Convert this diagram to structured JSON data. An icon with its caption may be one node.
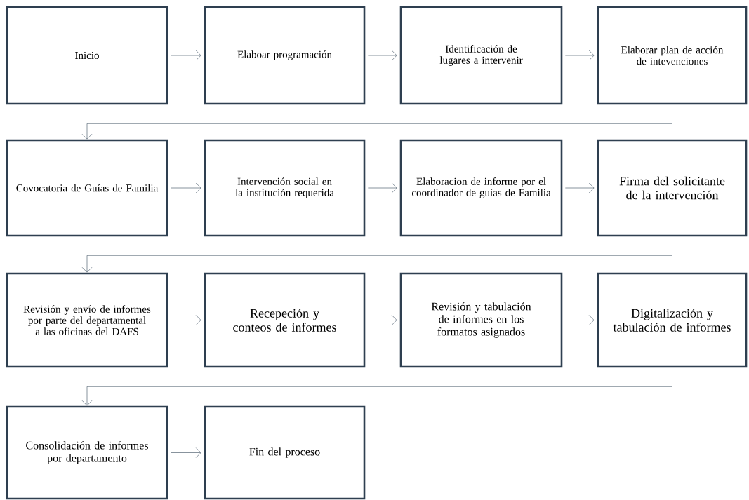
{
  "diagram": {
    "nodes": [
      {
        "text": [
          "Inicio"
        ]
      },
      {
        "text": [
          "Elaboar programación"
        ]
      },
      {
        "text": [
          "Identificación de lugares a intervenir"
        ]
      },
      {
        "text": [
          "Elaborar plan de acción de intevenciones"
        ]
      },
      {
        "text": [
          "Covocatoria de Guías de Familia"
        ]
      },
      {
        "text": [
          "Intervención social en la institución requerida"
        ]
      },
      {
        "text": [
          "Elaboracion de informe por el coordinador de guías de Familia"
        ]
      },
      {
        "text": [
          "Firma del solicitante de la intervención"
        ]
      },
      {
        "text": [
          "Revisión y envío de informes por parte del departamental a las oficinas del DAFS"
        ]
      },
      {
        "text": [
          "Recepeción y conteos de informes"
        ]
      },
      {
        "text": [
          "Revisión y tabulación de informes en los formatos asignados"
        ]
      },
      {
        "text": [
          "Digitalización y tabulación de informes"
        ]
      },
      {
        "text": [
          "Consolidación de informes por departamento"
        ]
      },
      {
        "text": [
          "Fin del proceso"
        ]
      }
    ],
    "edges": [
      {
        "from": 0,
        "to": 1,
        "arrow": "to"
      },
      {
        "from": 1,
        "to": 2,
        "arrow": "to"
      },
      {
        "from": 2,
        "to": 3,
        "arrow": "to"
      },
      {
        "from": 3,
        "to": 4,
        "arrow": "to"
      },
      {
        "from": 4,
        "to": 5,
        "arrow": "to"
      },
      {
        "from": 5,
        "to": 6,
        "arrow": "to"
      },
      {
        "from": 6,
        "to": 7,
        "arrow": "to"
      },
      {
        "from": 7,
        "to": 8,
        "arrow": "to"
      },
      {
        "from": 8,
        "to": 9,
        "arrow": "to"
      },
      {
        "from": 9,
        "to": 10,
        "arrow": "to"
      },
      {
        "from": 10,
        "to": 11,
        "arrow": "to"
      },
      {
        "from": 11,
        "to": 12,
        "arrow": "to"
      },
      {
        "from": 12,
        "to": 13,
        "arrow": "to"
      }
    ]
  }
}
